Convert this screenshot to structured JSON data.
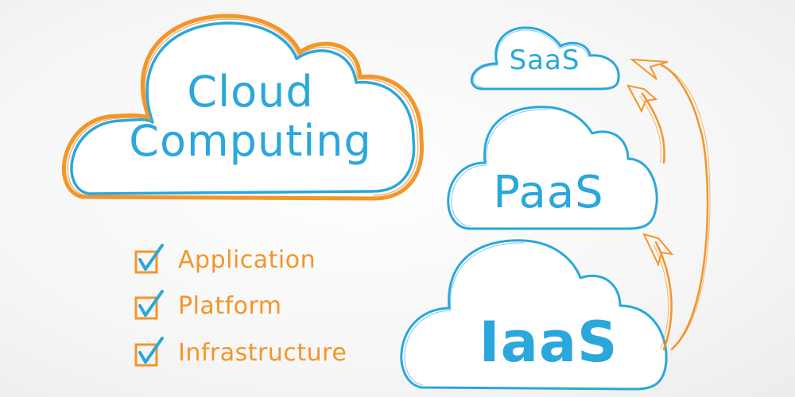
{
  "colors": {
    "blue": "#2aa7dc",
    "orange": "#f3952a",
    "background": "#f4f4f4"
  },
  "main_cloud": {
    "line1": "Cloud",
    "line2": "Computing"
  },
  "checklist": {
    "items": [
      {
        "label": "Application",
        "checked": true,
        "icon": "checkmark-icon"
      },
      {
        "label": "Platform",
        "checked": true,
        "icon": "checkmark-icon"
      },
      {
        "label": "Infrastructure",
        "checked": true,
        "icon": "checkmark-icon"
      }
    ]
  },
  "service_clouds": [
    {
      "label": "SaaS"
    },
    {
      "label": "PaaS"
    },
    {
      "label": "IaaS"
    }
  ],
  "arrows": [
    {
      "from": "IaaS",
      "to": "PaaS",
      "icon": "arrow-up-icon"
    },
    {
      "from": "PaaS",
      "to": "SaaS",
      "icon": "arrow-up-icon"
    },
    {
      "from": "IaaS",
      "to": "SaaS",
      "icon": "arrow-up-icon"
    }
  ]
}
